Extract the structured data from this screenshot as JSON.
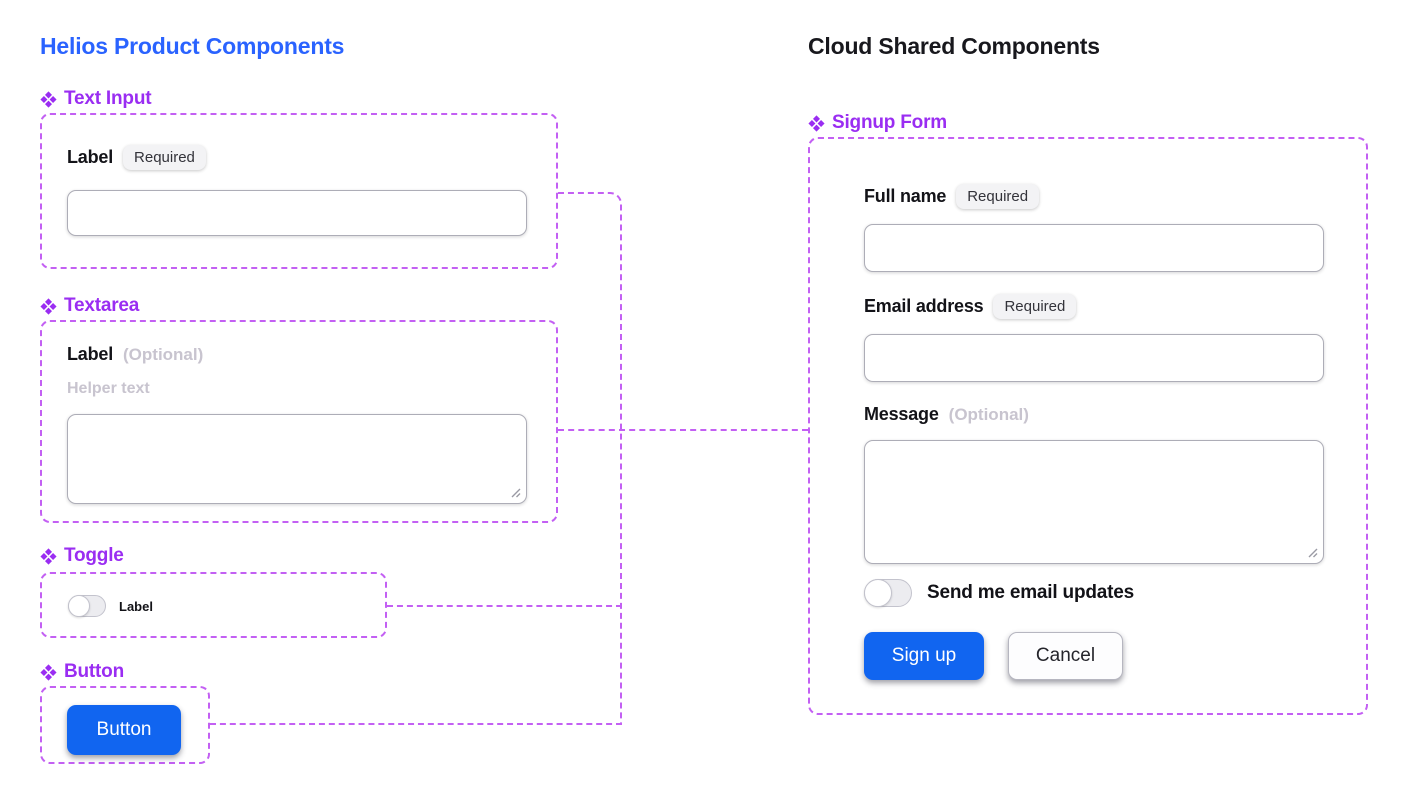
{
  "colors": {
    "heading_blue": "#2A63FF",
    "heading_dark": "#18181D",
    "component_purple": "#9A2DF2",
    "connector_purple": "#C360F3",
    "button_blue": "#1165F0",
    "button_text": "#FFFFFF",
    "badge_bg": "#F3F3F5",
    "badge_text": "#33333A",
    "field_label": "#131318",
    "muted_text": "#C8C4CF",
    "input_border": "#ADADB7"
  },
  "left": {
    "title": "Helios Product Components",
    "text_input": {
      "name": "Text Input",
      "label": "Label",
      "badge": "Required"
    },
    "textarea": {
      "name": "Textarea",
      "label": "Label",
      "optional": "(Optional)",
      "helper": "Helper text"
    },
    "toggle": {
      "name": "Toggle",
      "label": "Label"
    },
    "button": {
      "name": "Button",
      "label": "Button"
    }
  },
  "right": {
    "title": "Cloud Shared Components",
    "signup_form": {
      "name": "Signup Form",
      "full_name": {
        "label": "Full name",
        "badge": "Required"
      },
      "email": {
        "label": "Email address",
        "badge": "Required"
      },
      "message": {
        "label": "Message",
        "optional": "(Optional)"
      },
      "updates_toggle_label": "Send me email updates",
      "submit_label": "Sign up",
      "cancel_label": "Cancel"
    }
  }
}
